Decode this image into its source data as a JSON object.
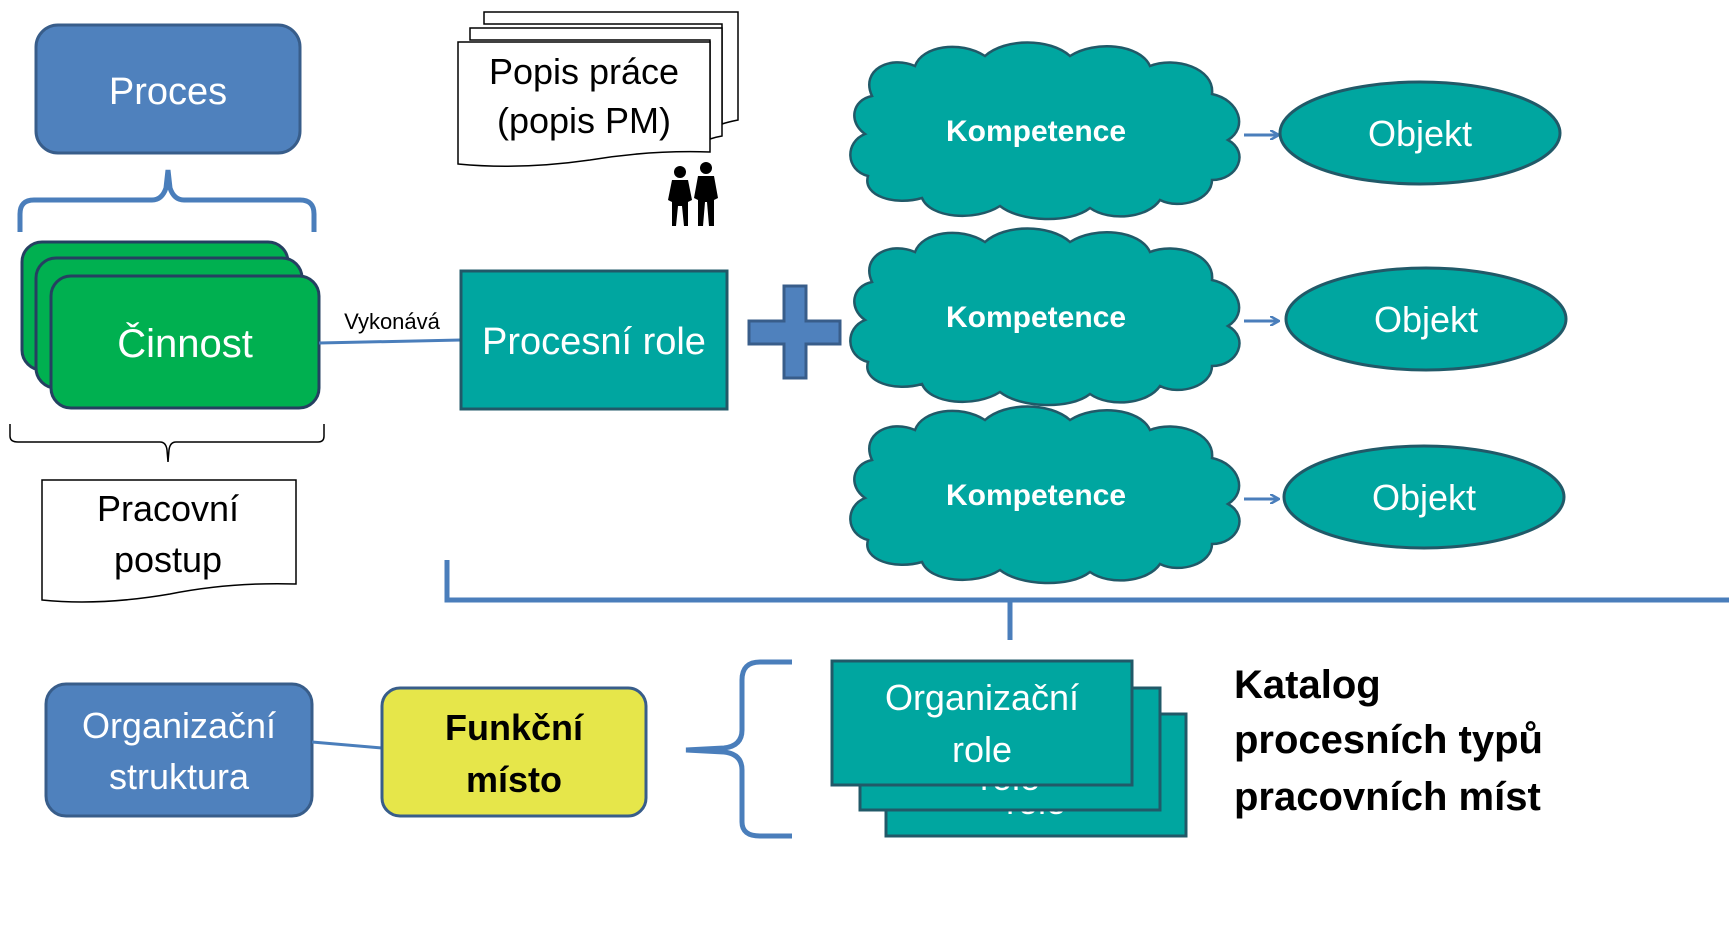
{
  "colors": {
    "blue_box": "#4f81bd",
    "blue_stroke": "#385d8a",
    "green_box": "#00b050",
    "teal_box": "#00a6a0",
    "teal_stroke": "#215968",
    "yellow_box": "#e6e64a",
    "connector": "#4a7ebb",
    "white_text": "#ffffff",
    "black_text": "#000000"
  },
  "process": {
    "label": "Proces"
  },
  "activity": {
    "label": "Činnost"
  },
  "work_procedure": {
    "line1": "Pracovní",
    "line2": "postup"
  },
  "job_description": {
    "line1": "Popis práce",
    "line2": "(popis PM)",
    "icon": "people-icon"
  },
  "connector_label": "Vykonává",
  "process_role": {
    "label": "Procesní role"
  },
  "plus_icon": "plus-icon",
  "competences": [
    {
      "competence": "Kompetence",
      "object": "Objekt"
    },
    {
      "competence": "Kompetence",
      "object": "Objekt"
    },
    {
      "competence": "Kompetence",
      "object": "Objekt"
    }
  ],
  "org_structure": {
    "line1": "Organizační",
    "line2": "struktura"
  },
  "functional_place": {
    "line1": "Funkční",
    "line2": "místo"
  },
  "org_role": {
    "line1": "Organizační",
    "line2": "role",
    "back_fragment": "role"
  },
  "catalog": {
    "line1": "Katalog",
    "line2": "procesních typů",
    "line3": "pracovních míst"
  }
}
